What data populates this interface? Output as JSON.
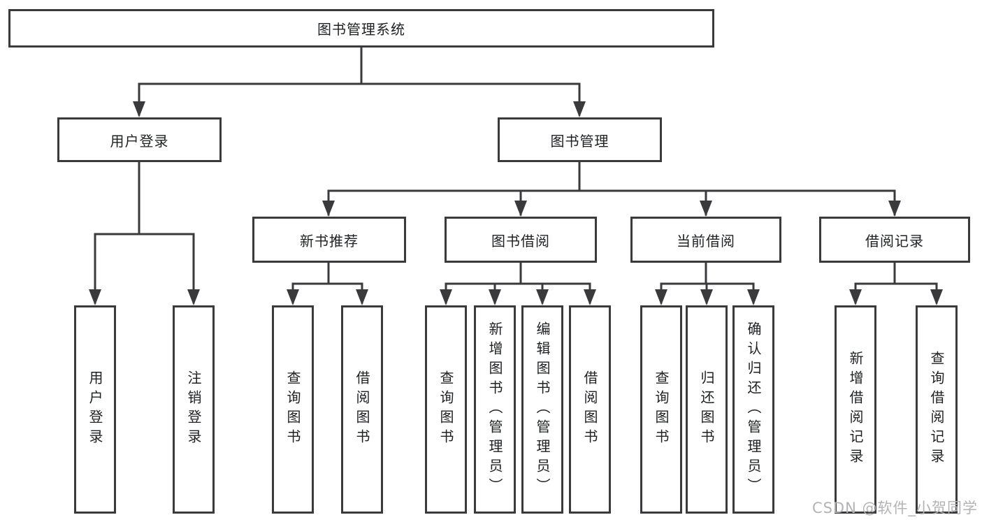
{
  "tree": {
    "label": "图书管理系统",
    "children": [
      {
        "label": "用户登录",
        "children": [
          {
            "label": "用户登录"
          },
          {
            "label": "注销登录"
          }
        ]
      },
      {
        "label": "图书管理",
        "children": [
          {
            "label": "新书推荐",
            "children": [
              {
                "label": "查询图书"
              },
              {
                "label": "借阅图书"
              }
            ]
          },
          {
            "label": "图书借阅",
            "children": [
              {
                "label": "查询图书"
              },
              {
                "label": "新增图书（管理员）"
              },
              {
                "label": "编辑图书（管理员）"
              },
              {
                "label": "借阅图书"
              }
            ]
          },
          {
            "label": "当前借阅",
            "children": [
              {
                "label": "查询图书"
              },
              {
                "label": "归还图书"
              },
              {
                "label": "确认归还（管理员）"
              }
            ]
          },
          {
            "label": "借阅记录",
            "children": [
              {
                "label": "新增借阅记录"
              },
              {
                "label": "查询借阅记录"
              }
            ]
          }
        ]
      }
    ]
  },
  "watermark": {
    "text": "CSDN @软件_小贺同学"
  },
  "colors": {
    "line": "#3a3a3c",
    "text": "#1f2022",
    "watermark": "#b3b3b5",
    "background": "#ffffff"
  }
}
